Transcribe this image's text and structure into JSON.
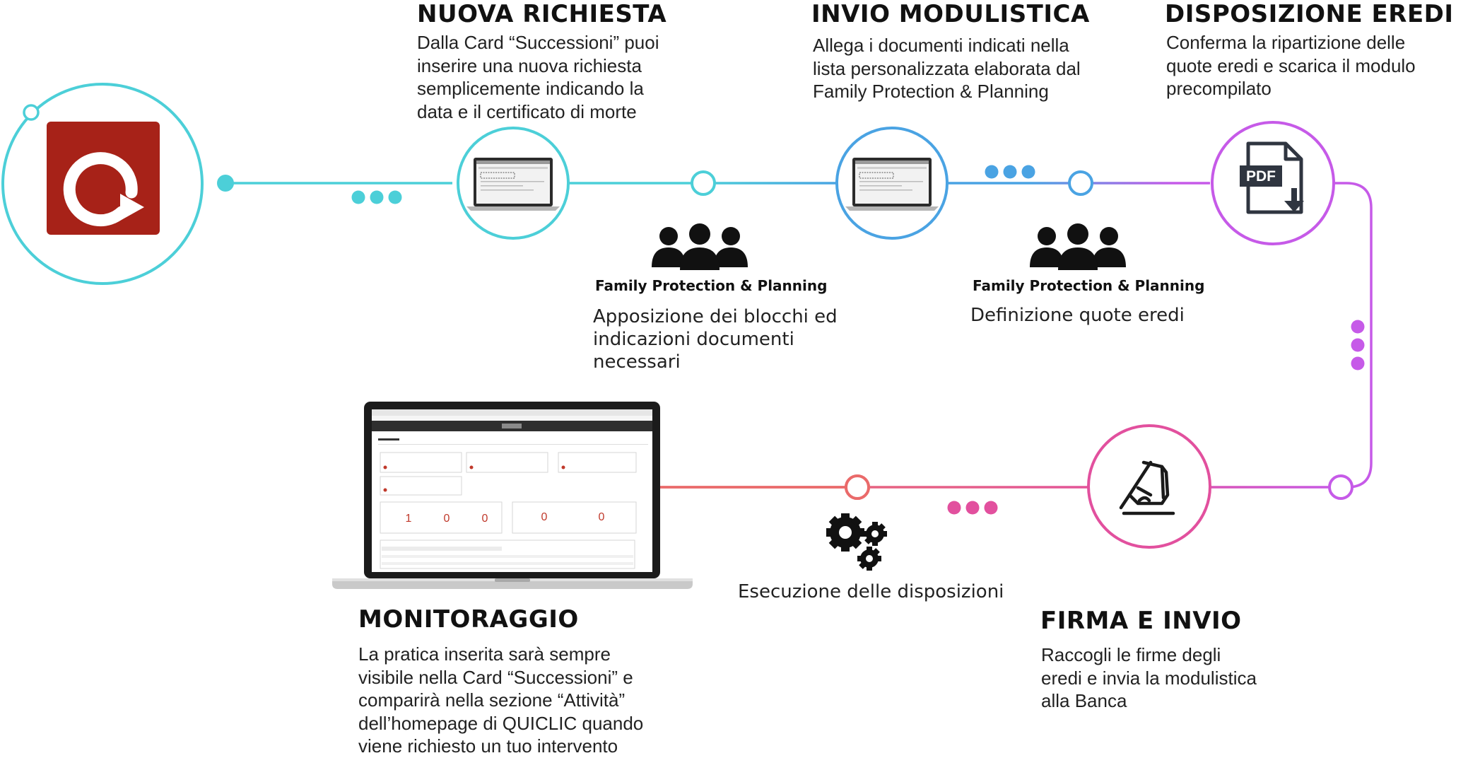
{
  "colors": {
    "teal": "#4ccfd8",
    "blue": "#4aa3e3",
    "purple": "#c65ae8",
    "pink": "#e2509e",
    "coral": "#ea6a6a",
    "logo_red": "#a72218"
  },
  "steps": {
    "nuova_richiesta": {
      "title": "NUOVA RICHIESTA",
      "desc": [
        "Dalla Card “Successioni” puoi",
        "inserire una nuova richiesta",
        "semplicemente indicando la",
        "data e il certificato di morte"
      ],
      "icon": "laptop-icon"
    },
    "invio_modulistica": {
      "title": "INVIO MODULISTICA",
      "desc": [
        "Allega i documenti indicati  nella",
        "lista personalizzata elaborata dal",
        "Family Protection & Planning"
      ],
      "icon": "laptop-icon"
    },
    "disposizione_eredi": {
      "title": "DISPOSIZIONE EREDI",
      "desc": [
        "Conferma la ripartizione delle",
        "quote eredi e scarica il modulo",
        "precompilato"
      ],
      "icon": "pdf-download-icon",
      "icon_text": "PDF"
    },
    "firma_invio": {
      "title": "FIRMA E INVIO",
      "desc": [
        "Raccogli le firme degli",
        "eredi e invia la modulistica",
        "alla  Banca"
      ],
      "icon": "signing-hand-icon"
    },
    "monitoraggio": {
      "title": "MONITORAGGIO",
      "desc": [
        "La pratica inserita sarà sempre",
        "visibile nella Card “Successioni” e",
        "comparirà nella sezione “Attività”",
        "dell’homepage di QUICLIC quando",
        "viene richiesto un tuo intervento"
      ],
      "icon": "laptop-dashboard-icon",
      "dashboard_counters": [
        "1",
        "0",
        "0",
        "0",
        "0"
      ]
    }
  },
  "actors": {
    "fpp_1": {
      "label": "Family Protection & Planning",
      "text": [
        "Apposizione dei blocchi ed",
        "indicazioni documenti",
        "necessari"
      ]
    },
    "fpp_2": {
      "label": "Family Protection & Planning",
      "text": [
        "Definizione quote eredi"
      ]
    }
  },
  "execution": {
    "text": "Esecuzione delle disposizioni",
    "icon": "gears-icon"
  },
  "logo": {
    "name": "quiclic-logo-icon"
  }
}
